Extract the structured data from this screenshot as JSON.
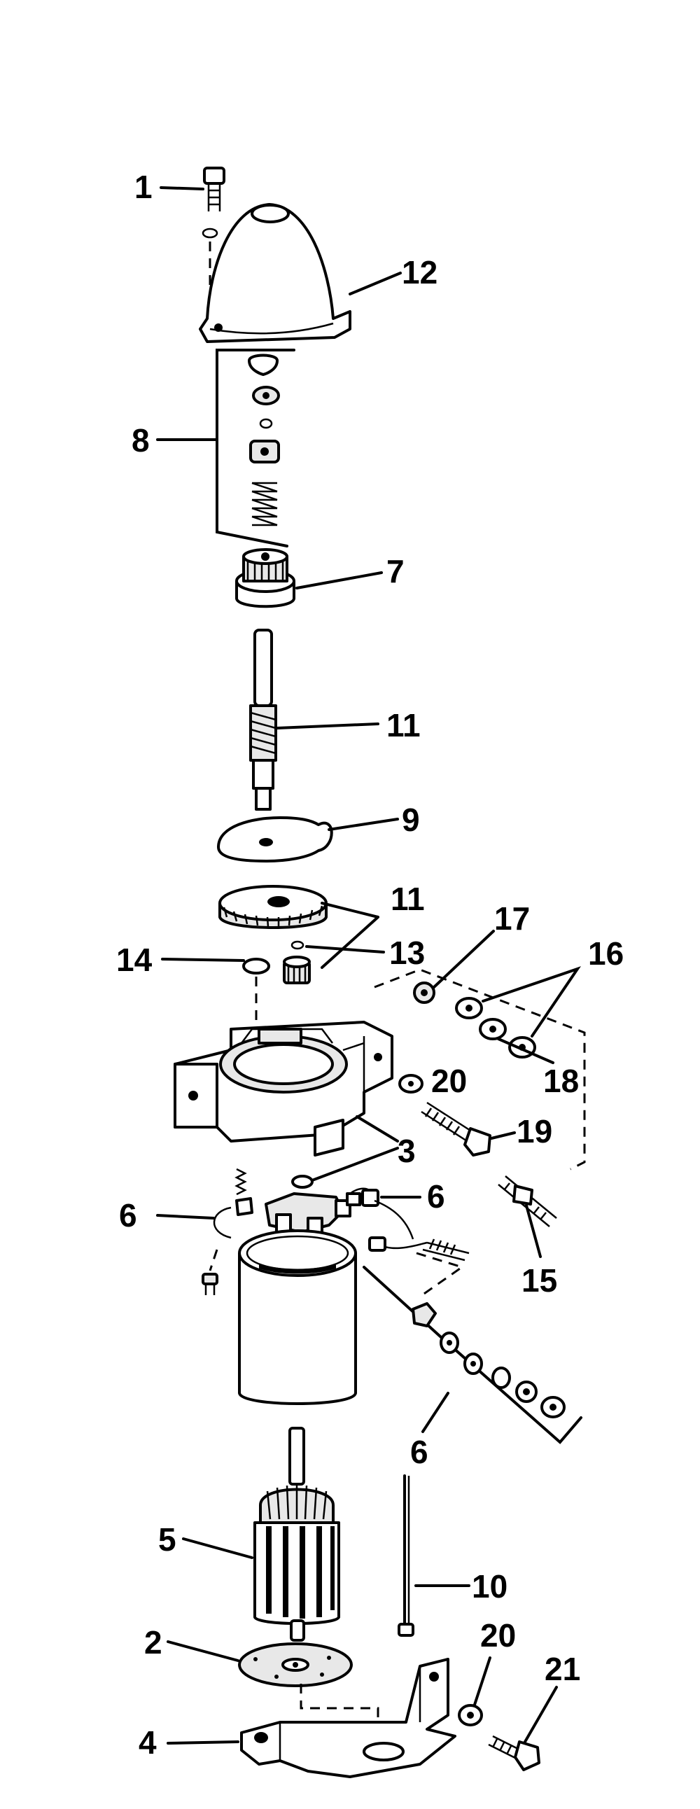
{
  "callouts": {
    "c1": "1",
    "c12": "12",
    "c8": "8",
    "c7": "7",
    "c11a": "11",
    "c9": "9",
    "c11b": "11",
    "c17": "17",
    "c14": "14",
    "c13": "13",
    "c16": "16",
    "c20a": "20",
    "c18": "18",
    "c3": "3",
    "c19": "19",
    "c6a": "6",
    "c6b": "6",
    "c15": "15",
    "c6c": "6",
    "c5": "5",
    "c10": "10",
    "c2": "2",
    "c20b": "20",
    "c21": "21",
    "c4": "4"
  }
}
